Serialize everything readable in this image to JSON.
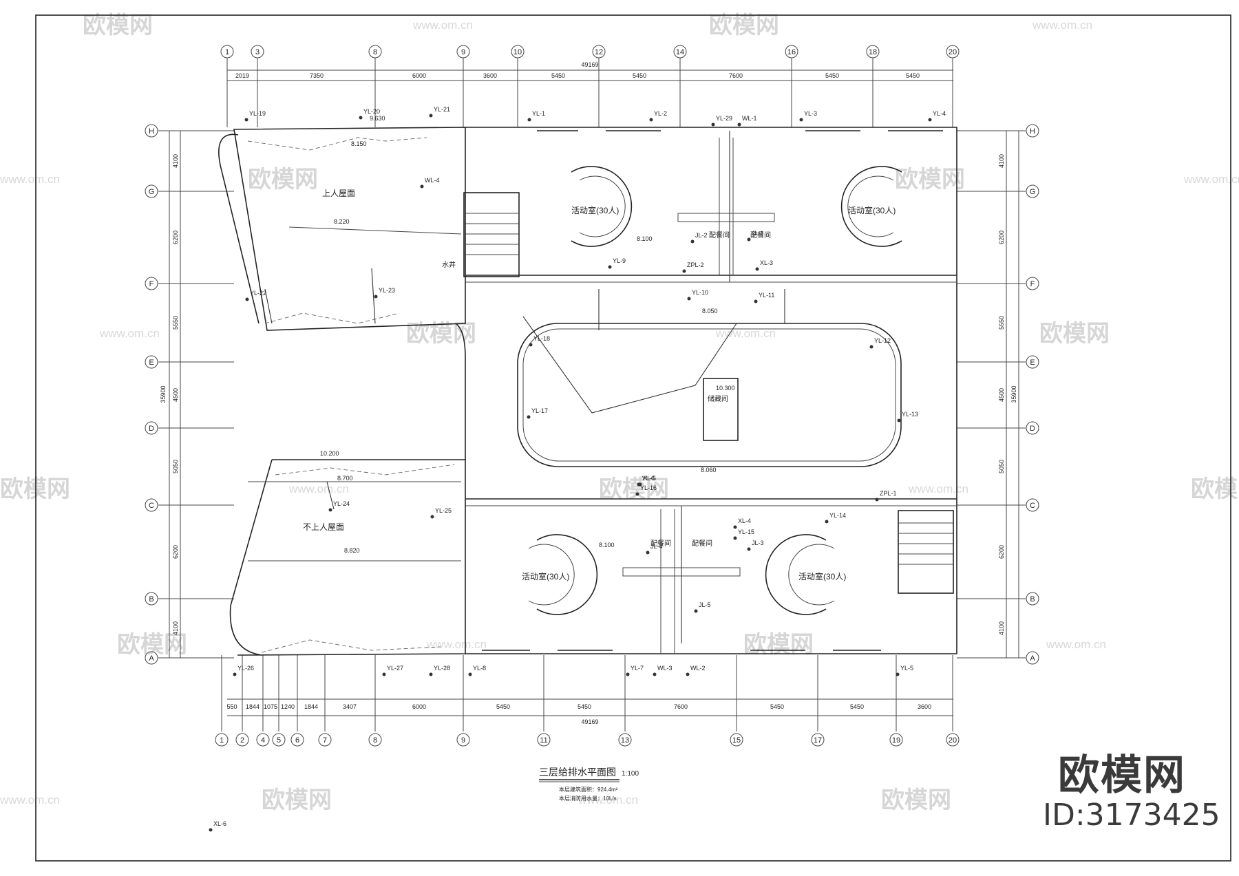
{
  "drawing": {
    "title": "三层给排水平面图",
    "scale": "1:100",
    "note_line1": "本层建筑面积：924.4m²",
    "note_line2": "本层消防用水量：10L/s"
  },
  "watermark": {
    "logo": "欧模网",
    "url": "www.om.cn",
    "id_label": "ID:3173425"
  },
  "grid_top": [
    "1",
    "3",
    "8",
    "9",
    "10",
    "12",
    "14",
    "16",
    "18",
    "20"
  ],
  "grid_bottom": [
    "1",
    "2",
    "4",
    "5",
    "6",
    "7",
    "8",
    "9",
    "11",
    "13",
    "15",
    "17",
    "19",
    "20"
  ],
  "grid_rows": [
    "H",
    "G",
    "F",
    "E",
    "D",
    "C",
    "B",
    "A"
  ],
  "dims_top": [
    "2019",
    "7350",
    "6000",
    "3600",
    "5450",
    "5450",
    "7600",
    "5450",
    "5450"
  ],
  "dims_bottom": [
    "550",
    "1844",
    "1075",
    "1240",
    "1844",
    "3407",
    "6000",
    "5450",
    "5450",
    "7600",
    "5450",
    "5450",
    "3600"
  ],
  "dims_total": "49169",
  "dims_left": [
    "4100",
    "6200",
    "5550",
    "4500",
    "5050",
    "6200",
    "4100"
  ],
  "dims_left_total": "35900",
  "rooms": {
    "activity_1": "活动室(30人)",
    "activity_2": "活动室(30人)",
    "activity_3": "活动室(30人)",
    "activity_4": "活动室(30人)",
    "roof_1": "上人屋面",
    "roof_2": "不上人屋面",
    "pantry_1": "配餐间",
    "pantry_2": "配餐间",
    "pantry_3": "配餐间",
    "pantry_4": "配餐间",
    "storage": "储藏间",
    "shaft": "水井",
    "level_1": "8.100",
    "level_2": "8.100",
    "level_3": "8.050",
    "level_4": "8.060",
    "level_5": "10.200",
    "level_6": "10.300",
    "level_7": "9.630",
    "roof_elev_1": "8.150",
    "roof_elev_2": "8.220",
    "roof_elev_3": "8.700",
    "roof_elev_4": "8.820"
  },
  "pipes": [
    "YL-1",
    "YL-2",
    "YL-3",
    "YL-4",
    "YL-5",
    "YL-6",
    "YL-7",
    "YL-8",
    "YL-9",
    "YL-10",
    "YL-11",
    "YL-12",
    "YL-13",
    "YL-14",
    "YL-15",
    "YL-16",
    "YL-17",
    "YL-18",
    "YL-19",
    "YL-20",
    "YL-21",
    "YL-22",
    "YL-23",
    "YL-24",
    "YL-25",
    "YL-26",
    "YL-27",
    "YL-28",
    "YL-29",
    "WL-1",
    "WL-2",
    "WL-3",
    "WL-4",
    "JL-1",
    "JL-2",
    "JL-3",
    "JL-4",
    "JL-5",
    "ZPL-1",
    "ZPL-2",
    "XL-3",
    "XL-4",
    "XL-5",
    "XL-6"
  ]
}
